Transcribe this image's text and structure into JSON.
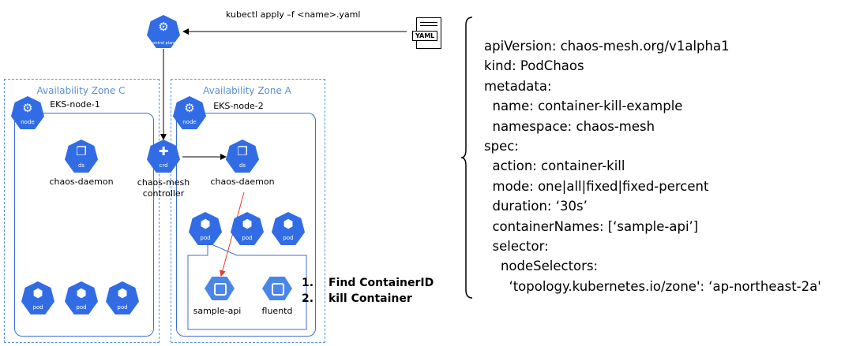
{
  "command_label": "kubectl apply –f <name>.yaml",
  "yaml_icon_label": "YAML",
  "control_plane": {
    "icon_text": "control plane"
  },
  "zones": [
    {
      "label": "Availability Zone C",
      "node": "EKS-node-1",
      "daemon": "chaos-daemon"
    },
    {
      "label": "Availability Zone A",
      "node": "EKS-node-2",
      "daemon": "chaos-daemon"
    }
  ],
  "controller": {
    "label": "chaos-mesh controller",
    "icon_text": "crd"
  },
  "icon_texts": {
    "node": "node",
    "ds": "ds",
    "pod": "pod"
  },
  "containers": [
    "sample-api",
    "fluentd"
  ],
  "steps": [
    {
      "n": "1.",
      "text": "Find ContainerID"
    },
    {
      "n": "2.",
      "text": "kill Container"
    }
  ],
  "yaml_lines": [
    "apiVersion: chaos-mesh.org/v1alpha1",
    "kind: PodChaos",
    "metadata:",
    "  name: container-kill-example",
    "  namespace: chaos-mesh",
    "spec:",
    "  action: container-kill",
    "  mode: one|all|fixed|fixed-percent",
    "  duration: ‘30s’",
    "  containerNames: [‘sample-api’]",
    "  selector:",
    "    nodeSelectors:",
    "      ‘topology.kubernetes.io/zone': ‘ap-northeast-2a'"
  ],
  "colors": {
    "k8s_blue": "#326ce5",
    "zone_label": "#5b8fd6",
    "arrow_red": "#e53b2c"
  }
}
